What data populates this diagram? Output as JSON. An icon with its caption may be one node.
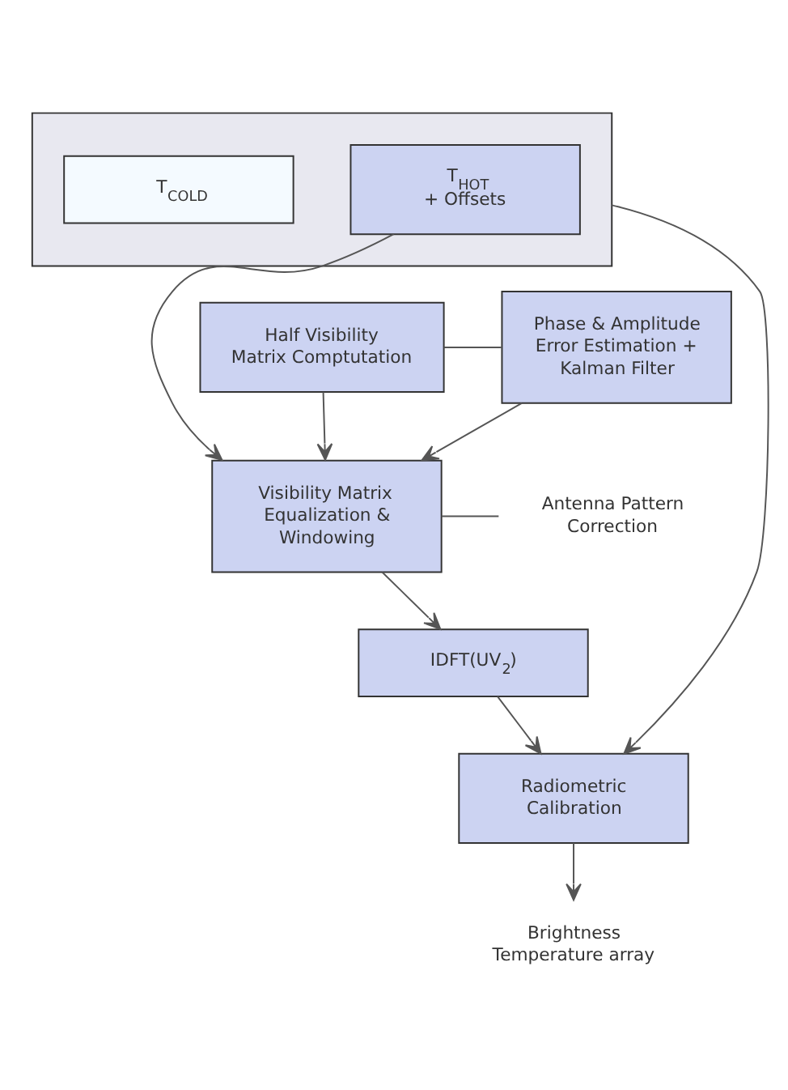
{
  "diagram": {
    "nodes": [
      {
        "text": [],
        "shape": "box"
      },
      {
        "text": [
          "T$_{HOT}$ + Offsets"
        ],
        "in": 0
      },
      {
        "text": [
          "T$_{COLD}$"
        ],
        "in": 0
      },
      {
        "text": [
          "Half Visibility Matrix Comptutation"
        ]
      },
      {
        "text": [
          "Phase & Amplitude Error Estimation + Kalman Filter"
        ]
      },
      {
        "text": [
          "Visibility Matrix Equalization & Windowing"
        ]
      },
      {
        "text": [
          "Antenna Pattern Correction"
        ]
      },
      {
        "text": [
          "IDFT(UV$_{2}$)"
        ]
      },
      {
        "text": [
          "Radiometric Calibration"
        ]
      },
      {
        "text": [
          "Brightness Temperature array"
        ]
      }
    ],
    "edges": [
      {
        "from": 1,
        "to": 5,
        "arrow": "to"
      },
      {
        "from": 3,
        "to": 4,
        "arrow": "none"
      },
      {
        "from": 3,
        "to": 5,
        "arrow": "to"
      },
      {
        "from": 4,
        "to": 5,
        "arrow": "to"
      },
      {
        "from": 5,
        "to": 6,
        "arrow": "none"
      },
      {
        "from": 5,
        "to": 7,
        "arrow": "to"
      },
      {
        "from": 7,
        "to": 8,
        "arrow": "to"
      },
      {
        "from": 0,
        "to": 8,
        "arrow": "to"
      },
      {
        "from": 8,
        "to": 9,
        "arrow": "to"
      }
    ]
  }
}
